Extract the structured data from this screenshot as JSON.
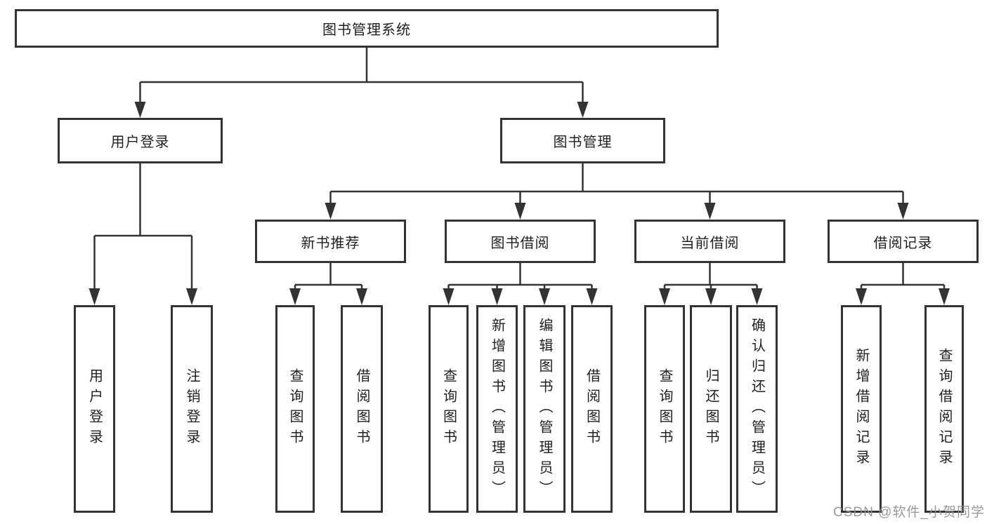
{
  "diagram": {
    "tree": {
      "root": {
        "label": "图书管理系统"
      },
      "level1": [
        {
          "label": "用户登录",
          "children": [
            {
              "label": "用户登录"
            },
            {
              "label": "注销登录"
            }
          ]
        },
        {
          "label": "图书管理",
          "children": [
            {
              "label": "新书推荐",
              "children": [
                {
                  "label": "查询图书"
                },
                {
                  "label": "借阅图书"
                }
              ]
            },
            {
              "label": "图书借阅",
              "children": [
                {
                  "label": "查询图书"
                },
                {
                  "label": "新增图书（管理员）"
                },
                {
                  "label": "编辑图书（管理员）"
                },
                {
                  "label": "借阅图书"
                }
              ]
            },
            {
              "label": "当前借阅",
              "children": [
                {
                  "label": "查询图书"
                },
                {
                  "label": "归还图书"
                },
                {
                  "label": "确认归还（管理员）"
                }
              ]
            },
            {
              "label": "借阅记录",
              "children": [
                {
                  "label": "新增借阅记录"
                },
                {
                  "label": "查询借阅记录"
                }
              ]
            }
          ]
        }
      ]
    },
    "watermark": "CSDN @软件_小贺同学",
    "colors": {
      "line": "#333333",
      "box_border": "#333333",
      "text": "#1f1f1f",
      "watermark": "#949494",
      "background": "#ffffff"
    }
  }
}
